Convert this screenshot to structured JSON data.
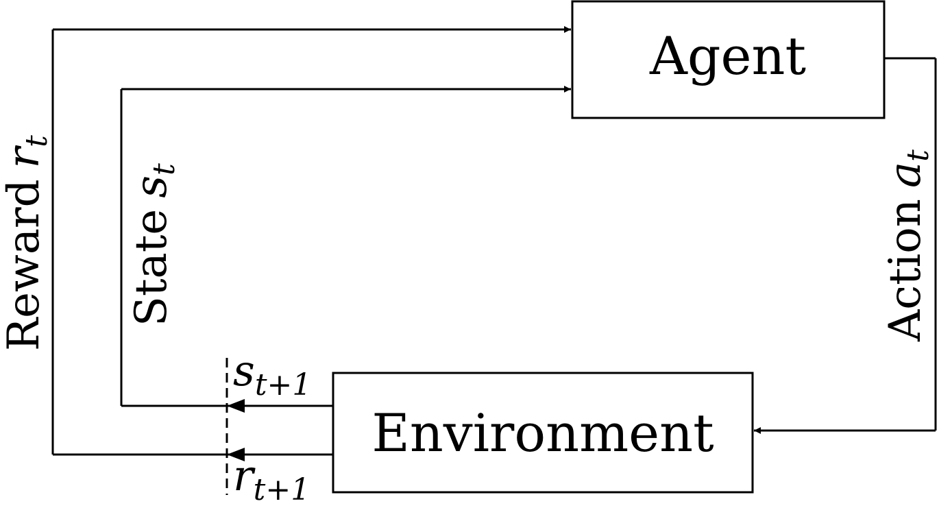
{
  "diagram": {
    "nodes": {
      "agent": {
        "label": "Agent"
      },
      "environment": {
        "label": "Environment"
      }
    },
    "edges": {
      "reward": {
        "word": "Reward",
        "symbol": "r",
        "subscript": "t"
      },
      "state": {
        "word": "State",
        "symbol": "s",
        "subscript": "t"
      },
      "action": {
        "word": "Action",
        "symbol": "a",
        "subscript": "t"
      },
      "next_state": {
        "symbol": "s",
        "subscript": "t+1"
      },
      "next_reward": {
        "symbol": "r",
        "subscript": "t+1"
      }
    }
  }
}
